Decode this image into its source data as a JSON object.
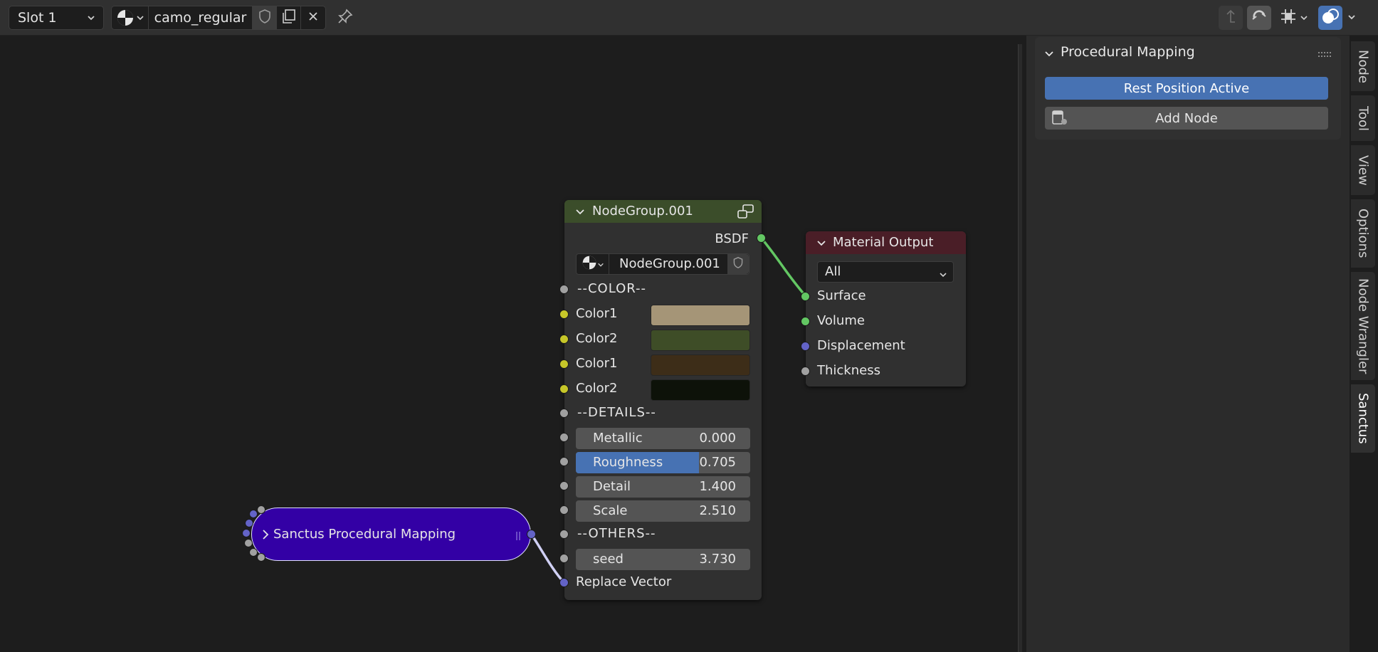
{
  "header": {
    "slot_label": "Slot 1",
    "material_name": "camo_regular"
  },
  "sidebar": {
    "panel_title": "Procedural Mapping",
    "rest_position_label": "Rest Position Active",
    "add_node_label": "Add Node",
    "tabs": [
      "Node",
      "Tool",
      "View",
      "Options",
      "Node Wrangler",
      "Sanctus"
    ]
  },
  "nodegroup": {
    "title": "NodeGroup.001",
    "output_label": "BSDF",
    "datablock_name": "NodeGroup.001",
    "section_color": "--COLOR--",
    "colors": [
      {
        "label": "Color1",
        "swatch": "#a59577"
      },
      {
        "label": "Color2",
        "swatch": "#3e4d27"
      },
      {
        "label": "Color1",
        "swatch": "#3d2d18"
      },
      {
        "label": "Color2",
        "swatch": "#0d1209"
      }
    ],
    "section_details": "--DETAILS--",
    "fields": [
      {
        "label": "Metallic",
        "value": "0.000",
        "fill": 0
      },
      {
        "label": "Roughness",
        "value": "0.705",
        "fill": 0.705
      },
      {
        "label": "Detail",
        "value": "1.400",
        "fill": 0
      },
      {
        "label": "Scale",
        "value": "2.510",
        "fill": 0
      }
    ],
    "section_others": "--OTHERS--",
    "seed_label": "seed",
    "seed_value": "3.730",
    "replace_label": "Replace Vector"
  },
  "material_output": {
    "title": "Material Output",
    "target": "All",
    "inputs": [
      "Surface",
      "Volume",
      "Displacement",
      "Thickness"
    ]
  },
  "sanctus_node": {
    "title": "Sanctus Procedural Mapping"
  },
  "colors": {
    "accent_blue": "#4772b3",
    "nodegroup_header": "#3b4d2a",
    "output_header": "#4a1e27",
    "sanctus_fill": "#3300a5",
    "socket_color": "#c7c729",
    "socket_shader": "#63c763",
    "socket_vector": "#6363c7",
    "socket_float": "#a1a1a1"
  }
}
